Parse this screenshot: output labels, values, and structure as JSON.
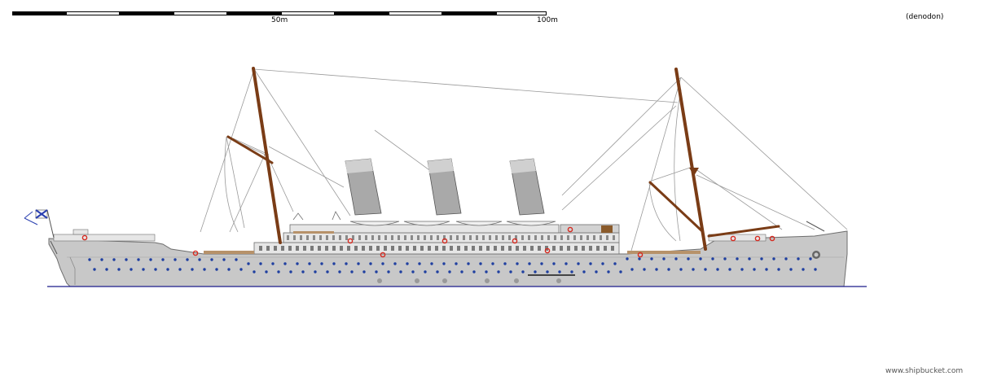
{
  "scale": {
    "label_mid": "50m",
    "label_end": "100m"
  },
  "credit": "(denodon)",
  "watermark": "www.shipbucket.com",
  "colors": {
    "hull": "#c8c8c8",
    "hull_outline": "#6e6e6e",
    "superstructure": "#e6e6e6",
    "funnel": "#a9a9a9",
    "mast": "#7a3c16",
    "porthole": "#1f3fa0",
    "waterline": "#1a1a8a",
    "rigging": "#9a9a9a",
    "lifebuoy": "#d62a20",
    "deck_wood": "#b7926a"
  },
  "ship": {
    "funnel_count": 3,
    "mast_count": 2,
    "flag": "naval-ensign-icon"
  }
}
